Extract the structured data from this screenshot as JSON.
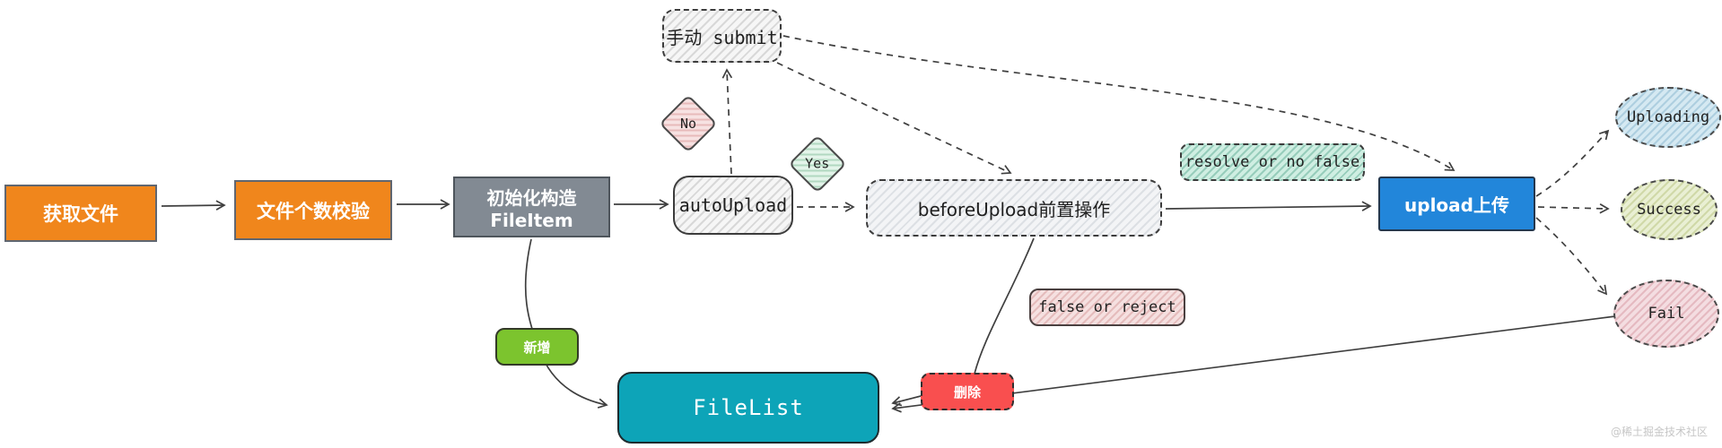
{
  "diagram": {
    "nodes": {
      "get_file": {
        "label": "获取文件"
      },
      "file_count_check": {
        "label": "文件个数校验"
      },
      "init_fileitem": {
        "label": "初始化构造FileItem"
      },
      "auto_upload": {
        "label": "autoUpload"
      },
      "manual_submit": {
        "label": "手动 submit"
      },
      "decision_no": {
        "label": "No"
      },
      "decision_yes": {
        "label": "Yes"
      },
      "before_upload": {
        "label": "beforeUpload前置操作"
      },
      "upload": {
        "label": "upload上传"
      },
      "state_uploading": {
        "label": "Uploading"
      },
      "state_success": {
        "label": "Success"
      },
      "state_fail": {
        "label": "Fail"
      },
      "action_add": {
        "label": "新增"
      },
      "file_list": {
        "label": "FileList"
      },
      "action_remove": {
        "label": "删除"
      }
    },
    "edge_labels": {
      "resolve_or_no_false": {
        "label": "resolve or no false"
      },
      "false_or_reject": {
        "label": "false or reject"
      }
    },
    "colors": {
      "orange": "#f0861c",
      "gray": "#828a93",
      "blue": "#2286da",
      "teal": "#0da4b8",
      "green": "#7cc42e",
      "red": "#f94f4f",
      "stroke": "#3f3f3f"
    },
    "watermark": "@稀土掘金技术社区"
  }
}
